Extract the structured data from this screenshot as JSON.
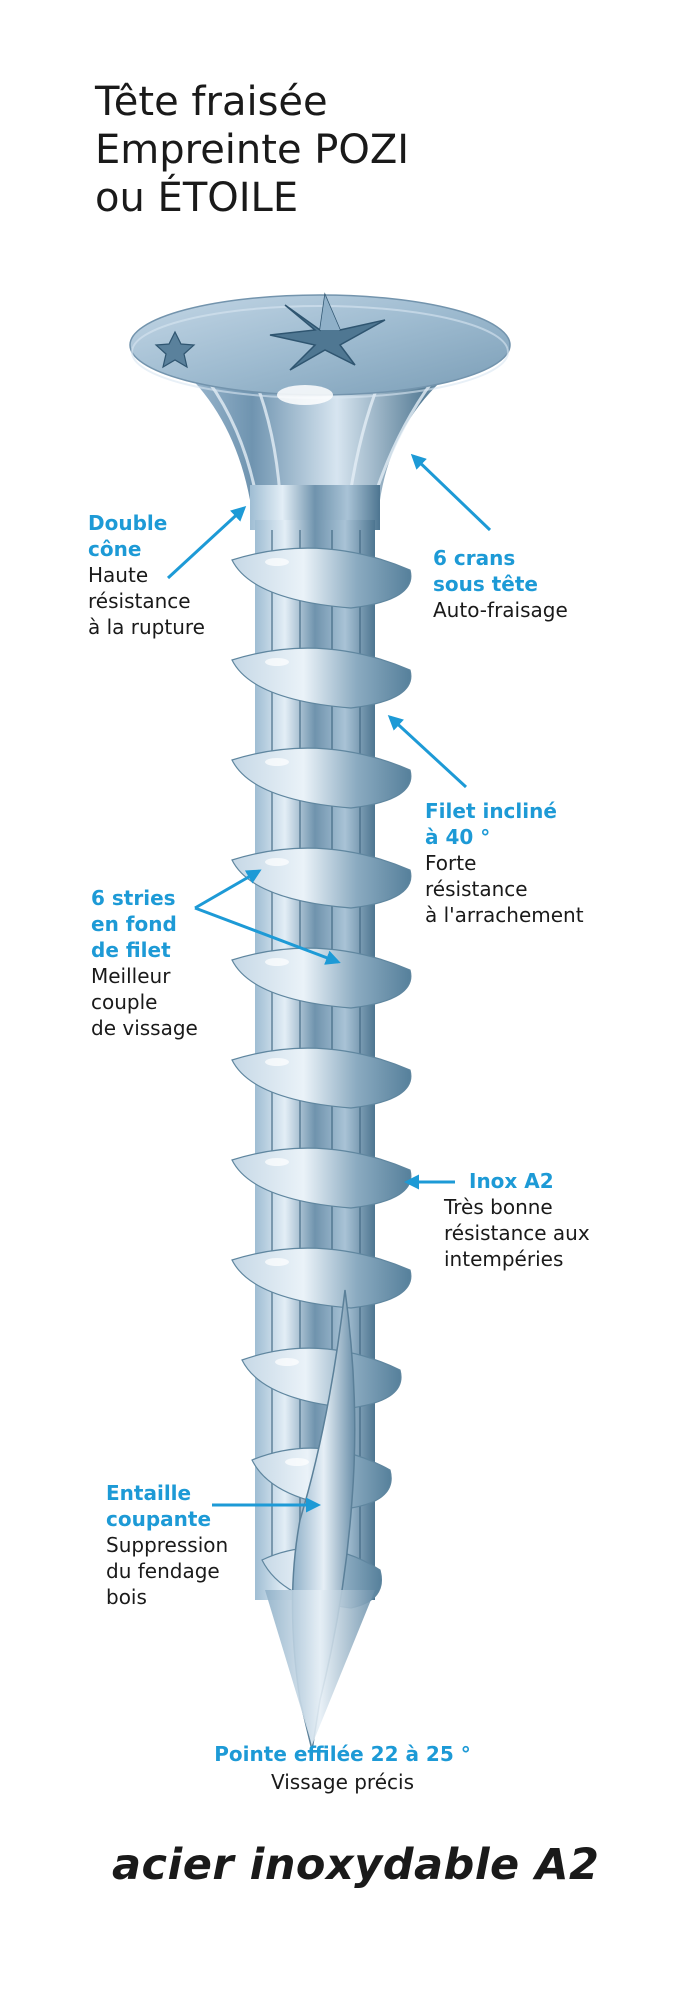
{
  "title": {
    "lines": [
      "Tête fraisée",
      "Empreinte POZI",
      "ou ÉTOILE"
    ]
  },
  "colors": {
    "accent": "#1d9ad6",
    "text": "#1a1a1a",
    "steel_light": "#d4e2ee",
    "steel_mid": "#8fb0c8",
    "steel_dark": "#3d6580"
  },
  "callouts": {
    "double_cone": {
      "title": [
        "Double",
        "cône"
      ],
      "desc": [
        "Haute",
        "résistance",
        "à la rupture"
      ]
    },
    "six_notches": {
      "title": [
        "6 crans",
        "sous tête"
      ],
      "desc": [
        "Auto-fraisage"
      ]
    },
    "thread_angle": {
      "title": [
        "Filet incliné",
        "à 40 °"
      ],
      "desc": [
        "Forte",
        "résistance",
        "à l'arrachement"
      ]
    },
    "six_grooves": {
      "title": [
        "6 stries",
        "en fond",
        "de filet"
      ],
      "desc": [
        "Meilleur",
        "couple",
        "de vissage"
      ]
    },
    "stainless": {
      "title": [
        "Inox A2"
      ],
      "desc": [
        "Très bonne",
        "résistance aux",
        "intempéries"
      ]
    },
    "cutting_notch": {
      "title": [
        "Entaille",
        "coupante"
      ],
      "desc": [
        "Suppression",
        "du fendage",
        "bois"
      ]
    },
    "tip": {
      "title": "Pointe effilée 22 à 25 °",
      "desc": "Vissage précis"
    }
  },
  "footer": {
    "label": "acier inoxydable A2"
  },
  "illustration": {
    "subject": "countersunk-screw",
    "head_drive": [
      "pozi-icon",
      "star-icon"
    ],
    "thread_turns": 11
  }
}
